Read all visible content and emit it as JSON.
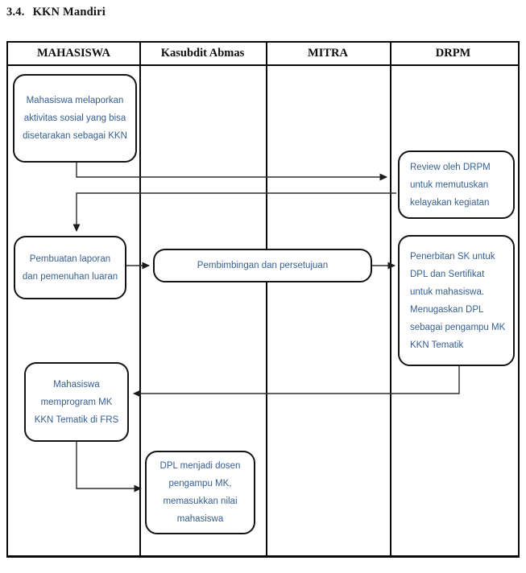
{
  "page": {
    "section_number": "3.4.",
    "section_title": "KKN Mandiri"
  },
  "lanes": [
    {
      "label": "MAHASISWA"
    },
    {
      "label": "Kasubdit Abmas"
    },
    {
      "label": "MITRA"
    },
    {
      "label": "DRPM"
    }
  ],
  "nodes": [
    {
      "id": "report-activity",
      "lane": "MAHASISWA",
      "text": "Mahasiswa melaporkan aktivitas sosial yang bisa disetarakan sebagai KKN"
    },
    {
      "id": "drpm-review",
      "lane": "DRPM",
      "text": "Review oleh DRPM untuk memutuskan kelayakan kegiatan"
    },
    {
      "id": "report-output",
      "lane": "MAHASISWA",
      "text": "Pembuatan laporan dan pemenuhan luaran"
    },
    {
      "id": "mentoring-approval",
      "lane": "Kasubdit Abmas / MITRA",
      "text": "Pembimbingan dan persetujuan"
    },
    {
      "id": "sk-issuance",
      "lane": "DRPM",
      "text": "Penerbitan SK untuk DPL dan Sertifikat untuk mahasiswa. Menugaskan DPL sebagai pengampu MK KKN Tematik"
    },
    {
      "id": "frs-enroll",
      "lane": "MAHASISWA",
      "text": "Mahasiswa memprogram MK KKN Tematik di FRS"
    },
    {
      "id": "dpl-grading",
      "lane": "Kasubdit Abmas",
      "text": "DPL menjadi dosen pengampu MK, memasukkan nilai mahasiswa"
    }
  ],
  "edges": [
    {
      "from": "report-activity",
      "to": "drpm-review"
    },
    {
      "from": "drpm-review",
      "to": "report-output"
    },
    {
      "from": "report-output",
      "to": "mentoring-approval"
    },
    {
      "from": "mentoring-approval",
      "to": "sk-issuance"
    },
    {
      "from": "sk-issuance",
      "to": "frs-enroll"
    },
    {
      "from": "frs-enroll",
      "to": "dpl-grading"
    }
  ],
  "colors": {
    "node_text": "#365f91",
    "table_border": "#0a0a0a",
    "node_border": "#141414",
    "arrow": "#2e2e2e"
  }
}
